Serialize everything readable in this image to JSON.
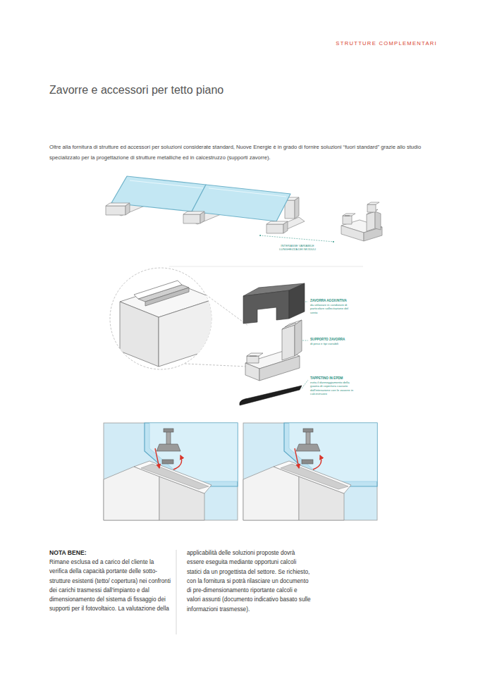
{
  "diagram": {
    "title": "Zavorre e accessori per tetto piano",
    "labels": [
      "STRUTTURE COMPLEMENTARI",
      "Oltre alla fornitura di strutture ed accessori per soluzioni considerate standard, Nuove Energie è in grado di fornire soluzioni “fuori standard” grazie allo studio specializzato per la progettazione di strutture metalliche ed in calcestruzzo (supporti zavorre).",
      "INTERASSE VARIABILE LUNGHEZZA DEI MODULI",
      "ZAVORRA AGGIUNTIVA",
      "da utilizzare in condizioni di particolare sollecitazione del vento",
      "SUPPORTO ZAVORRA",
      "di peso e tipi variabili",
      "TAPPETINO IN EPDM",
      "evita il danneggiamento della guaina di copertura causato dall'interazione con le zavorre in calcestruzzo",
      "NOTA BENE:",
      "Rimane esclusa ed a carico del cliente la verifica della capacità portante delle sotto-strutture esistenti (tetto/ copertura) nei confronti dei carichi trasmessi dall'impianto e dal dimensionamento del sistema di fissaggio dei supporti per il fotovoltaico. La valutazione della",
      "applicabilità delle soluzioni proposte dovrà essere eseguita mediante opportuni calcoli statici da un progettista del settore. Se richiesto, con la fornitura si potrà rilasciare un documento di pre-dimensionamento riportante calcoli e valori assunti (documento indicativo basato sulle informazioni trasmesse)."
    ]
  }
}
